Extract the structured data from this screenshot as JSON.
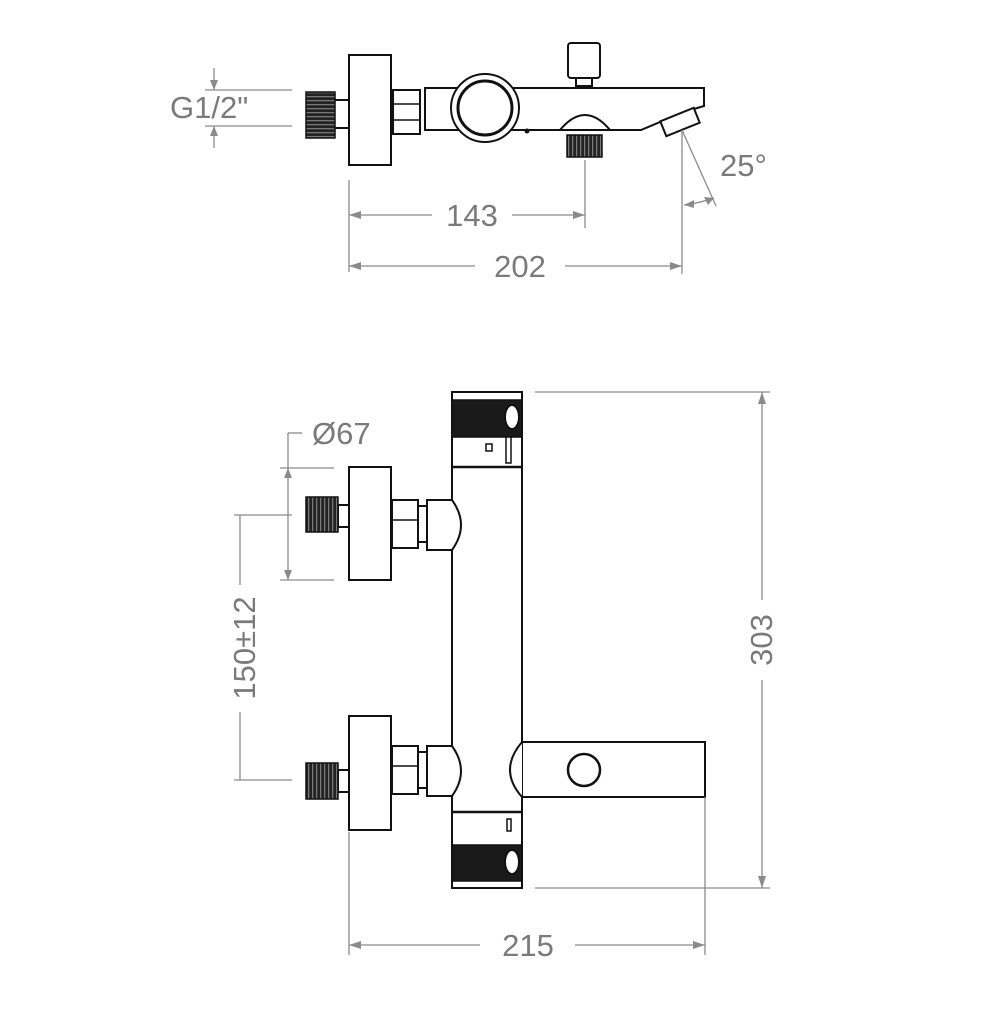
{
  "top_view": {
    "thread_label": "G1/2\"",
    "dim_outlet": "143",
    "dim_total_depth": "202",
    "spout_angle": "25°"
  },
  "front_view": {
    "escutcheon_diameter": "Ø67",
    "inlet_spacing": "150±12",
    "height": "303",
    "width": "215"
  },
  "colors": {
    "outline": "#111111",
    "dimension": "#8a8a8a"
  }
}
